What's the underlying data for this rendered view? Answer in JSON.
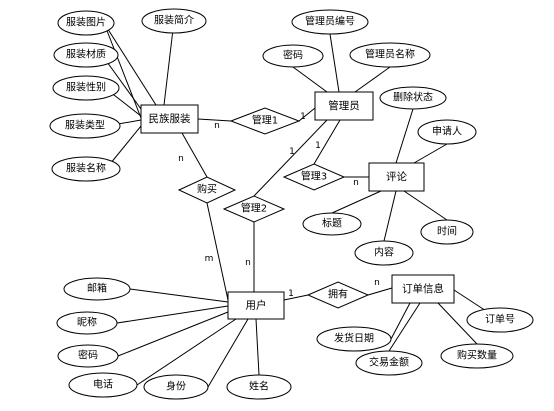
{
  "entities": [
    {
      "id": "costume",
      "label": "民族服装"
    },
    {
      "id": "admin",
      "label": "管理员"
    },
    {
      "id": "comment",
      "label": "评论"
    },
    {
      "id": "user",
      "label": "用户"
    },
    {
      "id": "order",
      "label": "订单信息"
    }
  ],
  "relationships": [
    {
      "id": "manage1",
      "label": "管理1"
    },
    {
      "id": "manage2",
      "label": "管理2"
    },
    {
      "id": "manage3",
      "label": "管理3"
    },
    {
      "id": "buy",
      "label": "购买"
    },
    {
      "id": "own",
      "label": "拥有"
    }
  ],
  "attributes": [
    {
      "id": "costume_image",
      "label": "服装图片"
    },
    {
      "id": "costume_intro",
      "label": "服装简介"
    },
    {
      "id": "costume_material",
      "label": "服装材质"
    },
    {
      "id": "costume_gender",
      "label": "服装性别"
    },
    {
      "id": "costume_type",
      "label": "服装类型"
    },
    {
      "id": "costume_name",
      "label": "服装名称"
    },
    {
      "id": "admin_number",
      "label": "管理员编号"
    },
    {
      "id": "admin_password",
      "label": "密码"
    },
    {
      "id": "admin_name",
      "label": "管理员名称"
    },
    {
      "id": "comment_deleted",
      "label": "删除状态"
    },
    {
      "id": "comment_applicant",
      "label": "申请人"
    },
    {
      "id": "comment_title",
      "label": "标题"
    },
    {
      "id": "comment_content",
      "label": "内容"
    },
    {
      "id": "comment_time",
      "label": "时间"
    },
    {
      "id": "user_mailbox",
      "label": "邮箱"
    },
    {
      "id": "user_nickname",
      "label": "昵称"
    },
    {
      "id": "user_password",
      "label": "密码"
    },
    {
      "id": "user_phone",
      "label": "电话"
    },
    {
      "id": "user_identity",
      "label": "身份"
    },
    {
      "id": "user_name",
      "label": "姓名"
    },
    {
      "id": "order_id",
      "label": "订单号"
    },
    {
      "id": "order_ship_date",
      "label": "发货日期"
    },
    {
      "id": "order_amount",
      "label": "交易金额"
    },
    {
      "id": "order_quantity",
      "label": "购买数量"
    }
  ],
  "cardinalities": [
    {
      "id": "c_m1_costume",
      "label": "n"
    },
    {
      "id": "c_m1_admin",
      "label": "1"
    },
    {
      "id": "c_buy_costume",
      "label": "n"
    },
    {
      "id": "c_buy_user",
      "label": "m"
    },
    {
      "id": "c_m2_admin",
      "label": "1"
    },
    {
      "id": "c_m2_user",
      "label": "n"
    },
    {
      "id": "c_m3_admin",
      "label": "1"
    },
    {
      "id": "c_m3_comment",
      "label": "n"
    },
    {
      "id": "c_own_user",
      "label": "1"
    },
    {
      "id": "c_own_order",
      "label": "n"
    }
  ]
}
